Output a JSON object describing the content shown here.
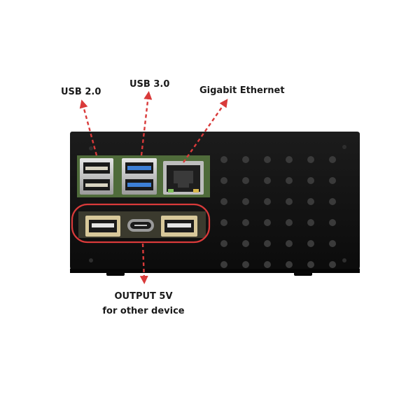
{
  "labels": {
    "usb2": "USB 2.0",
    "usb3": "USB 3.0",
    "ethernet": "Gigabit Ethernet",
    "output_line1": "OUTPUT 5V",
    "output_line2": "for other device"
  },
  "colors": {
    "case": "#111111",
    "annotation": "#d93a3a",
    "usb3_blue": "#3d7fd6",
    "label_text": "#1a1a1a",
    "pcb_green": "#4f6b3a"
  },
  "device": {
    "description": "black metal mini PC case with port cluster",
    "vent_holes": "grid-pattern"
  }
}
